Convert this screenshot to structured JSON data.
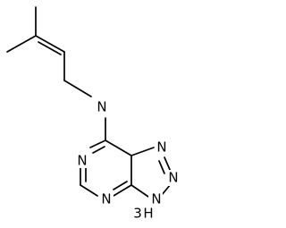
{
  "molecule": {
    "atoms": {
      "amine_n": "N",
      "pyrimidine_n1": "N",
      "pyrimidine_n3": "N",
      "triazole_n1": "N",
      "triazole_n2": "N",
      "triazole_nh": "N",
      "triazole_nh_h": "H",
      "triazole_nh_num": "3"
    }
  }
}
